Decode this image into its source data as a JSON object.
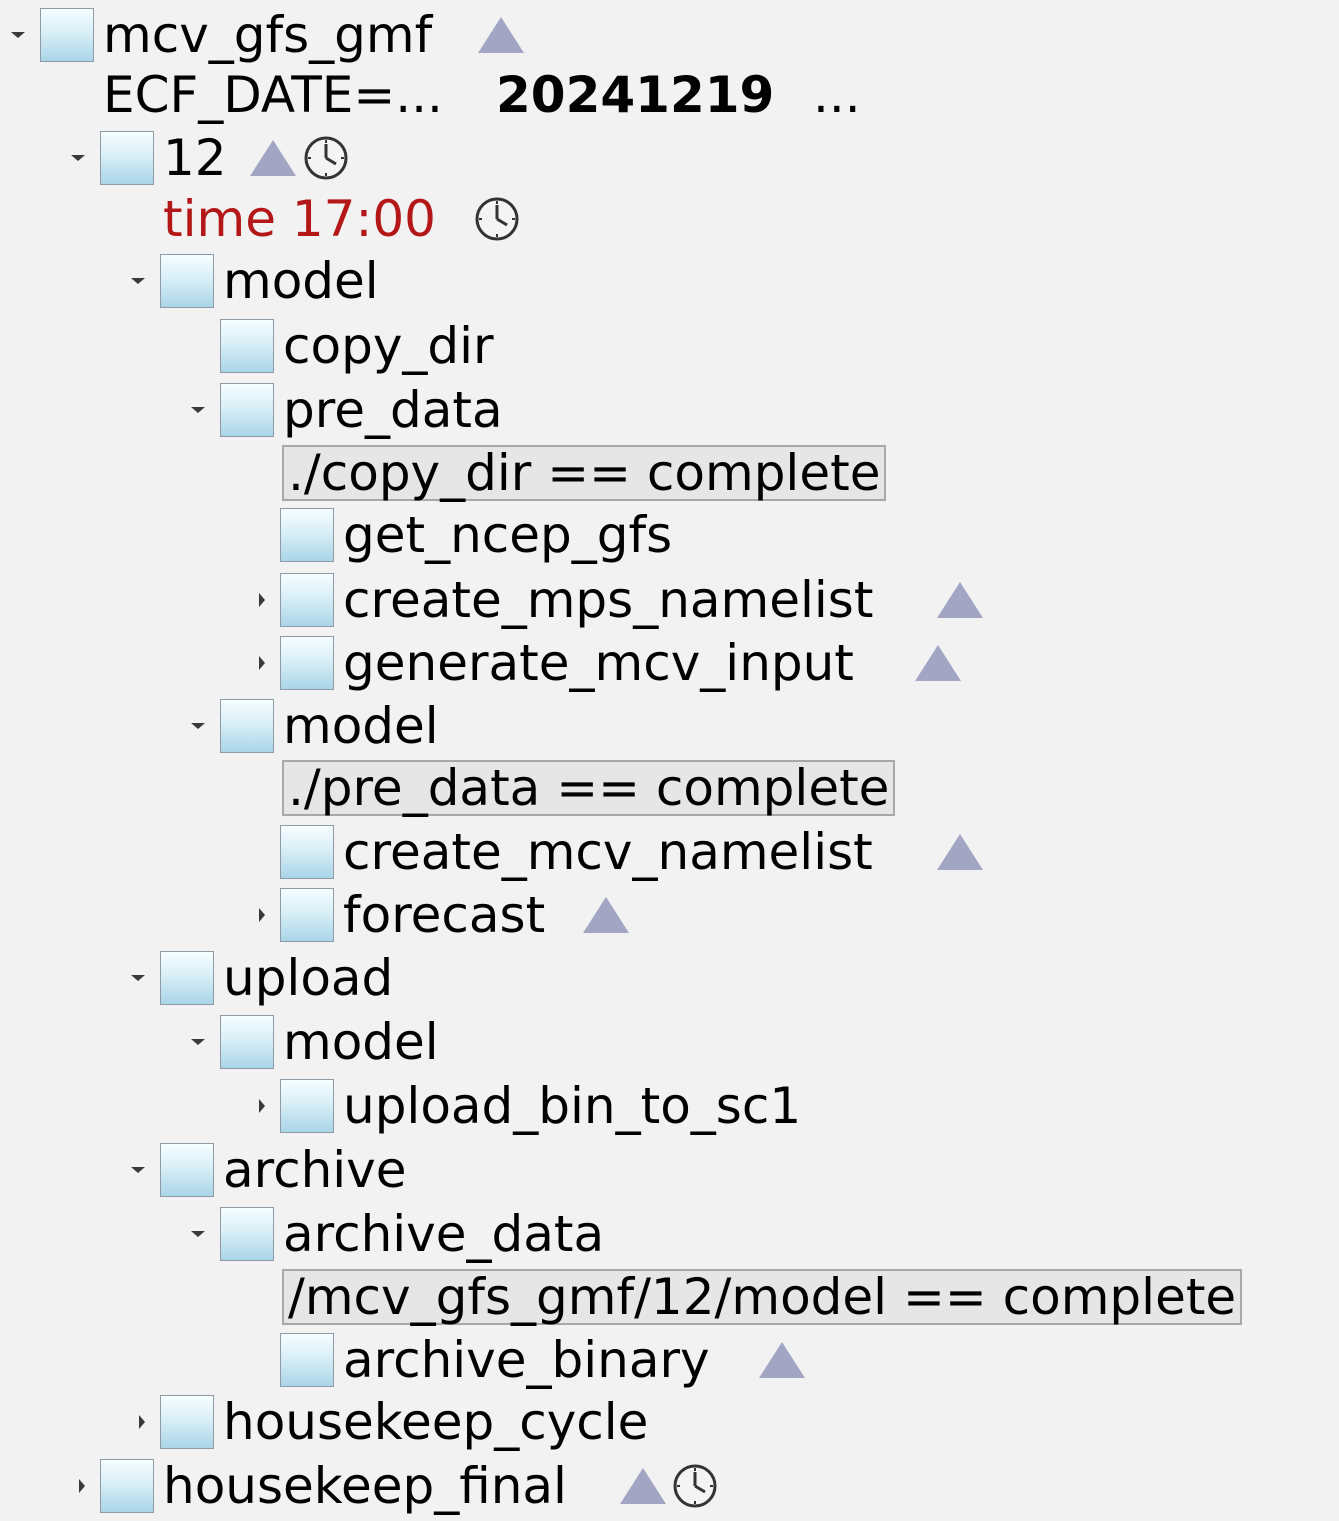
{
  "tree": {
    "root": {
      "label": "mcv_gfs_gmf"
    },
    "variable": {
      "name": "ECF_DATE=...",
      "value": "20241219",
      "suffix": "..."
    },
    "family_12": {
      "label": "12"
    },
    "time_attr": {
      "label": "time 17:00"
    },
    "family_model": {
      "label": "model"
    },
    "task_copy_dir": {
      "label": "copy_dir"
    },
    "family_pre_data": {
      "label": "pre_data"
    },
    "trigger_pre_data": {
      "expr": "./copy_dir == complete"
    },
    "task_get_ncep_gfs": {
      "label": "get_ncep_gfs"
    },
    "task_create_mps_namelist": {
      "label": "create_mps_namelist"
    },
    "task_generate_mcv_input": {
      "label": "generate_mcv_input"
    },
    "family_model_inner": {
      "label": "model"
    },
    "trigger_model_inner": {
      "expr": "./pre_data == complete"
    },
    "task_create_mcv_namelist": {
      "label": "create_mcv_namelist"
    },
    "task_forecast": {
      "label": "forecast"
    },
    "family_upload": {
      "label": "upload"
    },
    "family_upload_model": {
      "label": "model"
    },
    "task_upload_bin_to_sc1": {
      "label": "upload_bin_to_sc1"
    },
    "family_archive": {
      "label": "archive"
    },
    "family_archive_data": {
      "label": "archive_data"
    },
    "trigger_archive_data": {
      "expr": "/mcv_gfs_gmf/12/model == complete"
    },
    "task_archive_binary": {
      "label": "archive_binary"
    },
    "family_housekeep_cycle": {
      "label": "housekeep_cycle"
    },
    "family_housekeep_final": {
      "label": "housekeep_final"
    }
  },
  "colors": {
    "status_unknown": "#d9eff7",
    "time_text": "#b41717",
    "marker_triangle": "#a2a6c4",
    "trigger_bg": "#e6e6e6",
    "background": "#f2f2f2"
  },
  "icons": {
    "expanded": "chevron-down-icon",
    "collapsed": "chevron-right-icon",
    "marker": "triangle-marker-icon",
    "time": "clock-icon"
  }
}
